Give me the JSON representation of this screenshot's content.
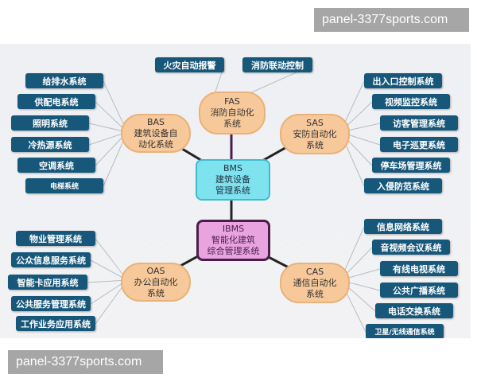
{
  "fas": {
    "code": "FAS",
    "name1": "消防自动化",
    "name2": "系统",
    "items": [
      "火灾自动报警",
      "消防联动控制"
    ]
  },
  "bas": {
    "code": "BAS",
    "name1": "建筑设备自",
    "name2": "动化系统",
    "items": [
      "给排水系统",
      "供配电系统",
      "照明系统",
      "冷热源系统",
      "空调系统",
      "电梯系统"
    ]
  },
  "sas": {
    "code": "SAS",
    "name1": "安防自动化",
    "name2": "系统",
    "items": [
      "出入口控制系统",
      "视频监控系统",
      "访客管理系统",
      "电子巡更系统",
      "停车场管理系统",
      "入侵防范系统"
    ]
  },
  "bms": {
    "code": "BMS",
    "name1": "建筑设备",
    "name2": "管理系统"
  },
  "ibms": {
    "code": "IBMS",
    "name1": "智能化建筑",
    "name2": "综合管理系统"
  },
  "oas": {
    "code": "OAS",
    "name1": "办公自动化",
    "name2": "系统",
    "items": [
      "物业管理系统",
      "公众信息服务系统",
      "智能卡应用系统",
      "公共服务管理系统",
      "工作业务应用系统"
    ]
  },
  "cas": {
    "code": "CAS",
    "name1": "通信自动化",
    "name2": "系统",
    "items": [
      "信息网络系统",
      "音视频会议系统",
      "有线电视系统",
      "公共广播系统",
      "电话交换系统",
      "卫星/无线通信系统"
    ]
  },
  "watermarks": [
    "panel-3377sports.com",
    "panel-3377sports.com"
  ],
  "colors": {
    "leaf": "#17577a",
    "subsystem": "#f7c99a",
    "bms": "#7ee2ef",
    "ibms": "#e9a4e0"
  }
}
